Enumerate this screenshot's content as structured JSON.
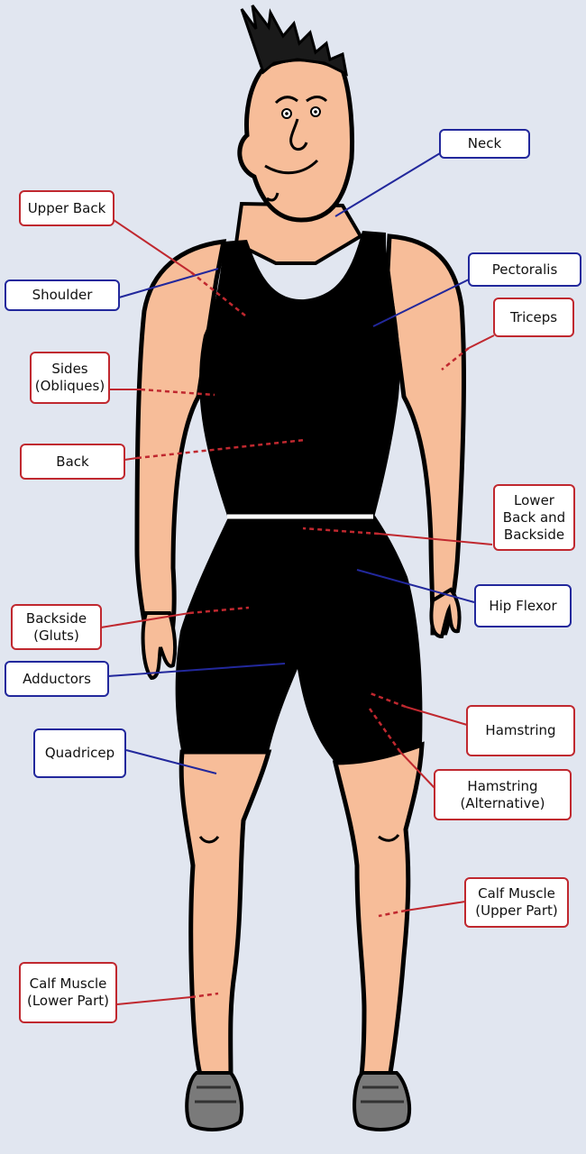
{
  "colors": {
    "background": "#e1e6f0",
    "skin": "#f7bd99",
    "outfit": "#000000",
    "outline": "#000000",
    "belt": "#ffffff",
    "shoe": "#7a7a7a",
    "red_label": "#c0282f",
    "blue_label": "#22289c"
  },
  "labels": {
    "neck": "Neck",
    "upper_back": "Upper Back",
    "shoulder": "Shoulder",
    "pectoralis": "Pectoralis",
    "triceps": "Triceps",
    "sides": "Sides\n(Obliques)",
    "back": "Back",
    "lower_back": "Lower\nBack and\nBackside",
    "hip_flexor": "Hip Flexor",
    "backside": "Backside\n(Gluts)",
    "adductors": "Adductors",
    "quadricep": "Quadricep",
    "hamstring": "Hamstring",
    "hamstring_alt": "Hamstring\n(Alternative)",
    "calf_upper": "Calf Muscle\n(Upper Part)",
    "calf_lower": "Calf Muscle\n(Lower Part)"
  }
}
